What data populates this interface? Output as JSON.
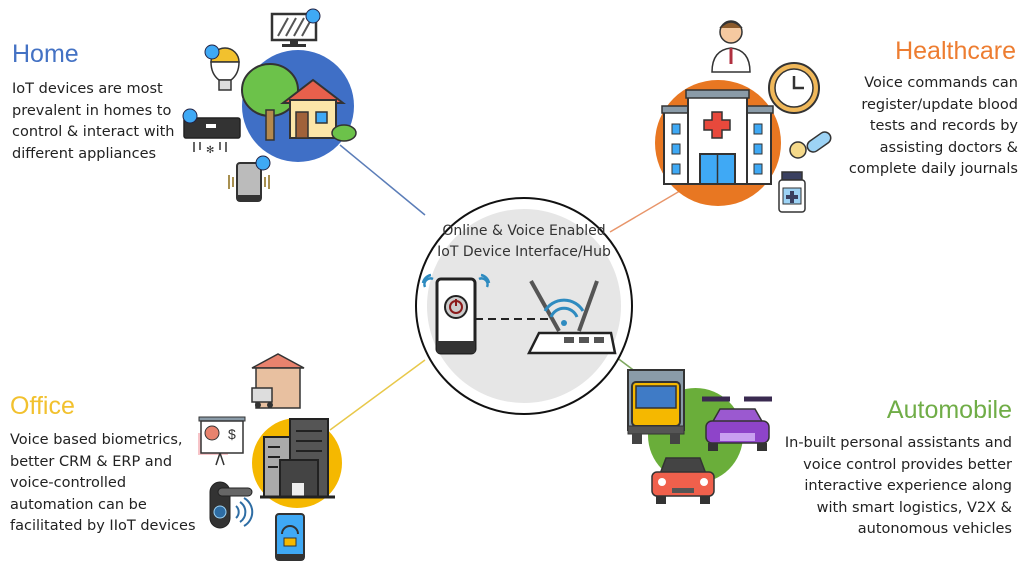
{
  "hub": {
    "title_line1": "Online & Voice Enabled",
    "title_line2": "IoT Device Interface/Hub",
    "icons": [
      "smartphone-power-icon",
      "wifi-router-icon"
    ]
  },
  "sections": {
    "home": {
      "title": "Home",
      "color": "#4472C4",
      "circle_color": "#3F6FC6",
      "lines": [
        "IoT devices are most",
        "prevalent in homes to",
        "control & interact with",
        "different appliances"
      ],
      "icons": [
        "house-icon",
        "smart-tv-icon",
        "smart-bulb-icon",
        "air-conditioner-icon",
        "smart-speaker-icon"
      ]
    },
    "healthcare": {
      "title": "Healthcare",
      "color": "#ED7D31",
      "circle_color": "#E87722",
      "lines": [
        "Voice commands can",
        "register/update blood",
        "tests and records by",
        "assisting doctors &",
        "complete daily journals"
      ],
      "icons": [
        "hospital-icon",
        "doctor-icon",
        "clock-icon",
        "pills-icon",
        "medicine-bottle-icon"
      ]
    },
    "office": {
      "title": "Office",
      "color": "#F2C12E",
      "circle_color": "#F5B800",
      "lines": [
        "Voice based biometrics,",
        "better CRM & ERP and",
        "voice-controlled",
        "automation can be",
        "facilitated by IIoT devices"
      ],
      "icons": [
        "office-buildings-icon",
        "warehouse-icon",
        "presentation-board-icon",
        "smart-lock-icon",
        "support-phone-icon"
      ]
    },
    "automobile": {
      "title": "Automobile",
      "color": "#70AD47",
      "circle_color": "#6AAE3A",
      "lines": [
        "In-built personal assistants and",
        "voice control provides better",
        "interactive experience along",
        "with smart logistics, V2X &",
        "autonomous vehicles"
      ],
      "icons": [
        "truck-icon",
        "sports-car-icon",
        "car-icon"
      ]
    }
  }
}
